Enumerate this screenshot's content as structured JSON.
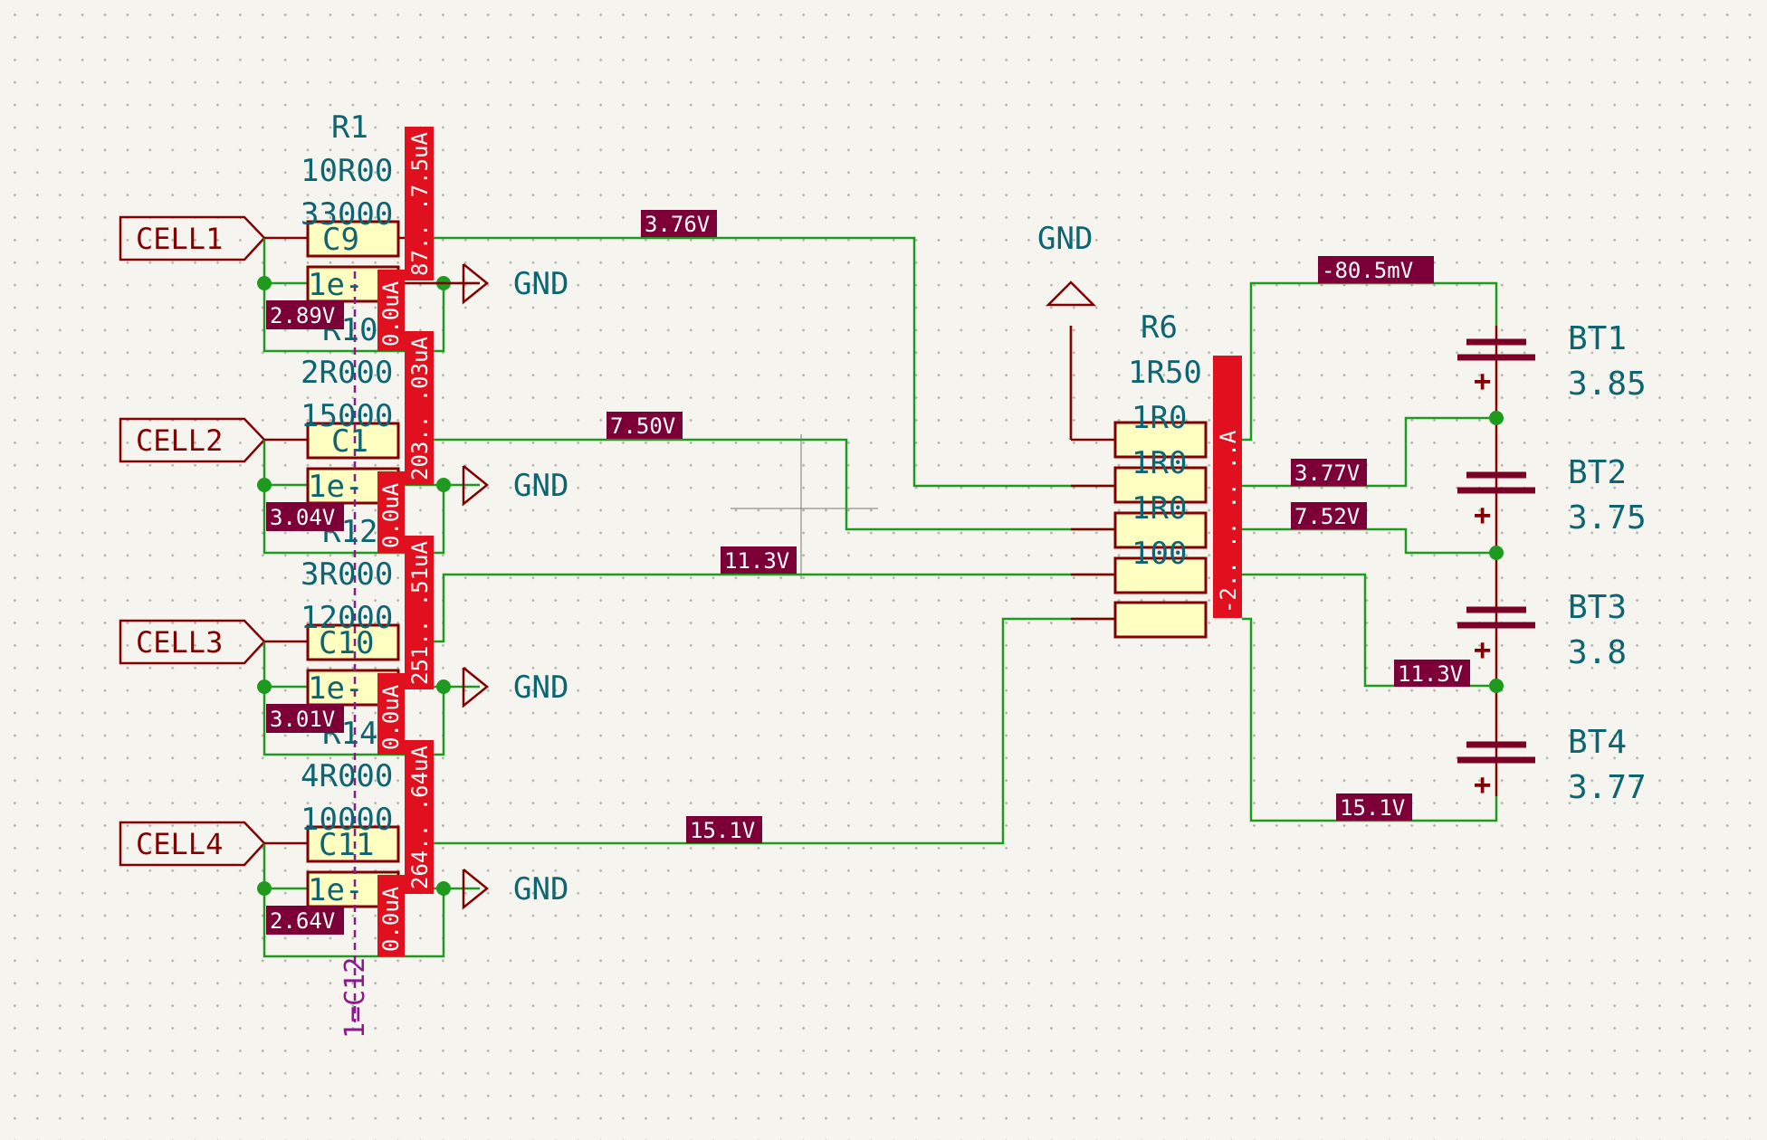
{
  "schematic": {
    "cells": [
      {
        "label": "CELL1",
        "res_top_ref": "R1",
        "res_top_val": "10R00",
        "res_top_val2": "33000",
        "cap": "C9",
        "cap_val": "1e-",
        "node_v": "2.89V",
        "current_top": "87.. .7.5uA",
        "current_bot": "0.0uA",
        "overlap": "R10"
      },
      {
        "label": "CELL2",
        "res_top_ref": "",
        "res_top_val": "2R000",
        "res_top_val2": "15000",
        "cap": "C1",
        "cap_val": "1e-",
        "node_v": "3.04V",
        "current_top": "203.. .03uA",
        "current_bot": "0.0uA",
        "overlap": "R12"
      },
      {
        "label": "CELL3",
        "res_top_ref": "",
        "res_top_val": "3R000",
        "res_top_val2": "12000",
        "cap": "C10",
        "cap_val": "1e-",
        "node_v": "3.01V",
        "current_top": "251.. .51uA",
        "current_bot": "0.0uA",
        "overlap": "R14"
      },
      {
        "label": "CELL4",
        "res_top_ref": "",
        "res_top_val": "4R000",
        "res_top_val2": "10000",
        "cap": "C11",
        "cap_val": "1e-",
        "node_v": "2.64V",
        "current_top": "264.. .64uA",
        "current_bot": "0.0uA",
        "overlap": ""
      }
    ],
    "gnd_label": "GND",
    "wire_voltages": [
      "3.76V",
      "7.50V",
      "11.3V",
      "15.1V"
    ],
    "center_res": {
      "ref": "R6",
      "vals": [
        "1R50",
        "1R0",
        "1R0",
        "1R0",
        "100"
      ],
      "current": "-2.. .. .. ..A"
    },
    "right_voltages": {
      "top": "-80.5mV",
      "v1": "3.77V",
      "v2": "7.52V",
      "v3": "11.3V",
      "v4": "15.1V"
    },
    "batteries": [
      {
        "ref": "BT1",
        "value": "3.85"
      },
      {
        "ref": "BT2",
        "value": "3.75"
      },
      {
        "ref": "BT3",
        "value": "3.8"
      },
      {
        "ref": "BT4",
        "value": "3.77"
      }
    ],
    "probe_label": "1=C12",
    "colors": {
      "wire": "#1e9b1e",
      "component": "#840000",
      "body": "#ffffc2",
      "text": "#0c6570",
      "voltage_tag": "#7c0037",
      "current_tag": "#e0101e"
    }
  }
}
